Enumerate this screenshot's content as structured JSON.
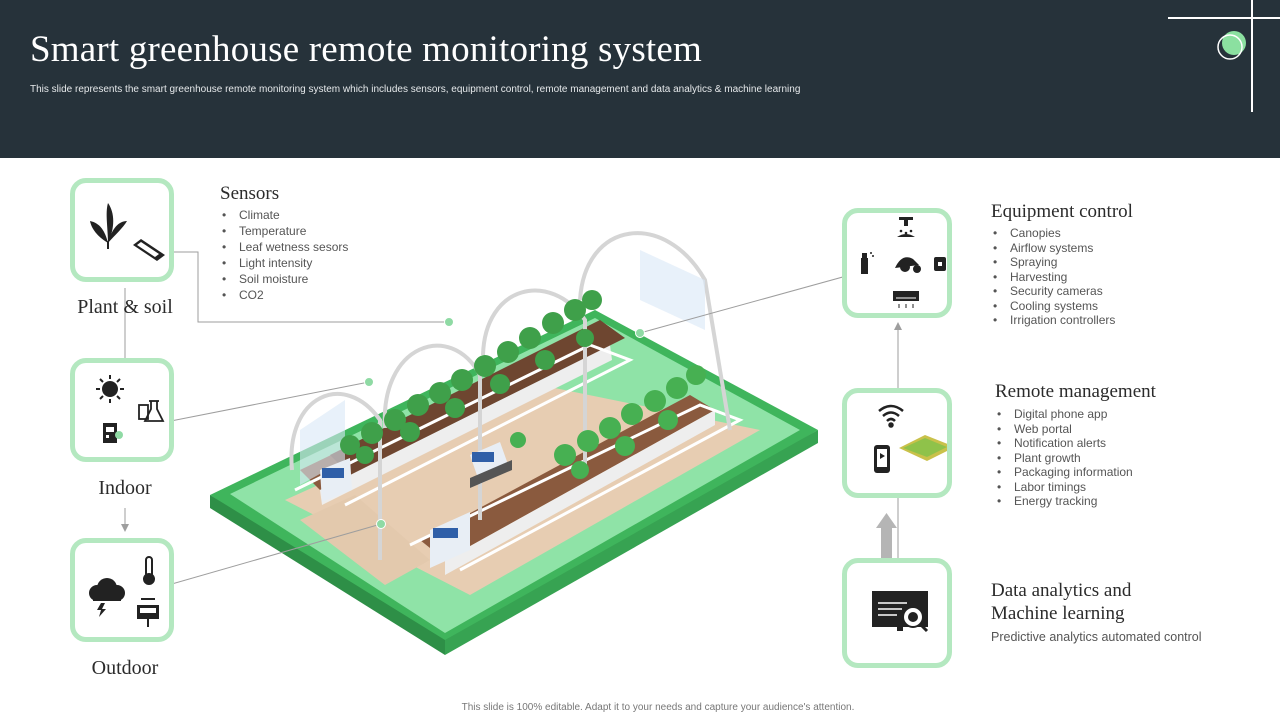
{
  "header": {
    "title": "Smart greenhouse remote monitoring system",
    "subtitle": "This slide represents the smart greenhouse remote  monitoring system which includes sensors, equipment control, remote management  and data analytics & machine learning"
  },
  "left": {
    "plant_soil": {
      "label": "Plant & soil",
      "icons": [
        "leaves-icon",
        "soil-probe-icon"
      ]
    },
    "indoor": {
      "label": "Indoor",
      "icons": [
        "sun-icon",
        "lab-flask-icon",
        "control-panel-icon"
      ]
    },
    "outdoor": {
      "label": "Outdoor",
      "icons": [
        "thermometer-icon",
        "storm-cloud-icon",
        "weather-station-icon"
      ]
    }
  },
  "sensors": {
    "heading": "Sensors",
    "items": [
      "Climate",
      "Temperature",
      "Leaf wetness  sesors",
      "Light intensity",
      "Soil moisture",
      "CO2"
    ]
  },
  "equipment_control": {
    "heading": "Equipment control",
    "items": [
      "Canopies",
      "Airflow systems",
      "Spraying",
      "Harvesting",
      "Security cameras",
      "Cooling systems",
      "Irrigation controllers"
    ]
  },
  "remote_management": {
    "heading": "Remote management",
    "items": [
      "Digital phone app",
      "Web portal",
      "Notification alerts",
      "Plant growth",
      "Packaging information",
      "Labor timings",
      "Energy tracking"
    ]
  },
  "data_analytics": {
    "heading_line1": "Data analytics and",
    "heading_line2": "Machine learning",
    "description": "Predictive  analytics automated control"
  },
  "footer": "This slide is 100% editable.  Adapt it to your needs and capture your audience's attention.",
  "colors": {
    "header_bg": "#26323a",
    "accent_green": "#8be0a0",
    "box_border": "#b4e8c0",
    "base_green": "#4fc46a"
  }
}
